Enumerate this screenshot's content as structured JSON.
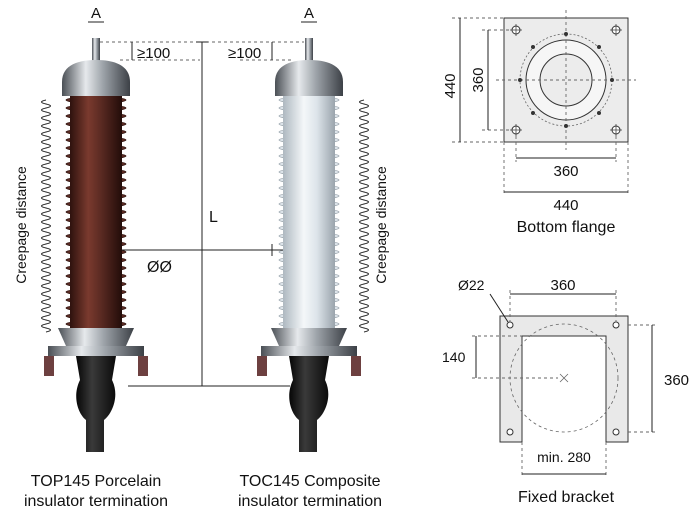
{
  "terminations": {
    "porcelain": {
      "caption_line1": "TOP145 Porcelain",
      "caption_line2": "insulator termination",
      "top_label": "A",
      "clearance": "≥100",
      "creepage": "Creepage distance",
      "diameter": "ØØ",
      "length": "L",
      "shed_color": "#5a2a22"
    },
    "composite": {
      "caption_line1": "TOC145 Composite",
      "caption_line2": "insulator termination",
      "top_label": "A",
      "clearance": "≥100",
      "creepage": "Creepage distance",
      "shed_color": "#dde4ea"
    }
  },
  "bottom_flange": {
    "caption": "Bottom flange",
    "outer_width": "440",
    "outer_height": "440",
    "inner_width": "360",
    "inner_height": "360"
  },
  "fixed_bracket": {
    "caption": "Fixed bracket",
    "hole_diameter": "Ø22",
    "top_width": "360",
    "height": "360",
    "offset": "140",
    "min_opening": "min. 280"
  }
}
